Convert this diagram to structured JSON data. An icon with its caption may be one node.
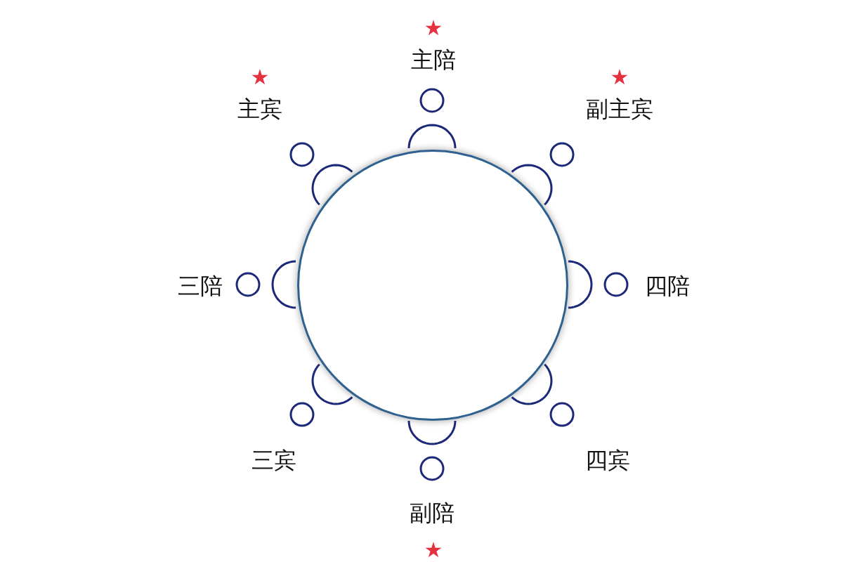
{
  "diagram": {
    "nodes": [
      {
        "text": [],
        "shape": "circle"
      },
      {
        "text": [
          "主陪"
        ],
        "beside": [
          "★"
        ]
      },
      {
        "text": [
          "主宾"
        ],
        "beside": [
          "★"
        ]
      },
      {
        "text": [
          "副主宾"
        ],
        "beside": [
          "★"
        ]
      },
      {
        "text": [
          "三陪"
        ]
      },
      {
        "text": [
          "四陪"
        ]
      },
      {
        "text": [
          "三宾"
        ]
      },
      {
        "text": [
          "四宾"
        ]
      },
      {
        "text": [
          "副陪"
        ],
        "beside": [
          "★"
        ]
      }
    ]
  }
}
